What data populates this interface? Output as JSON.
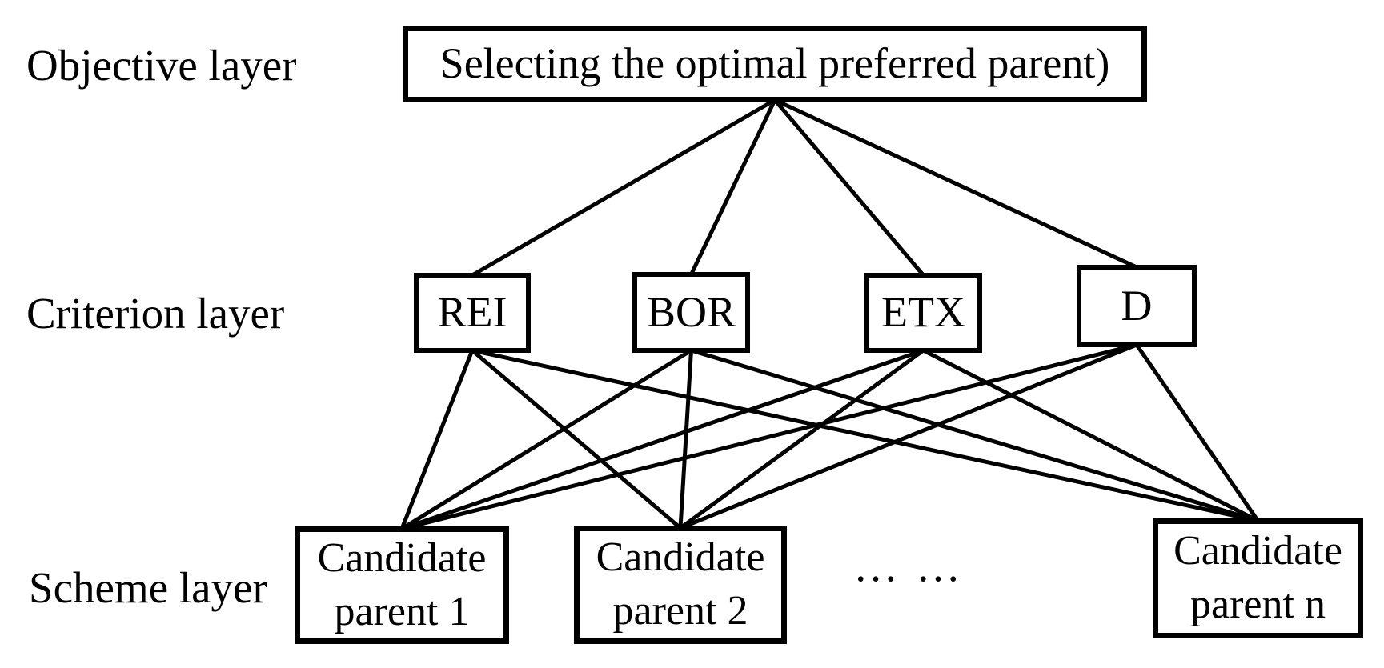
{
  "diagram": {
    "background_color": "#ffffff",
    "line_color": "#000000",
    "line_width": 5,
    "layers": [
      {
        "id": "objective",
        "label": "Objective layer"
      },
      {
        "id": "criterion",
        "label": "Criterion layer"
      },
      {
        "id": "scheme",
        "label": "Scheme layer"
      }
    ],
    "objective_node": {
      "id": "objective",
      "label": "Selecting the optimal preferred parent)"
    },
    "criterion_nodes": [
      {
        "id": "rei",
        "label": "REI"
      },
      {
        "id": "bor",
        "label": "BOR"
      },
      {
        "id": "etx",
        "label": "ETX"
      },
      {
        "id": "d",
        "label": "D"
      }
    ],
    "scheme_nodes": [
      {
        "id": "c1",
        "line1": "Candidate",
        "line2": "parent 1"
      },
      {
        "id": "c2",
        "line1": "Candidate",
        "line2": "parent 2"
      },
      {
        "id": "cn",
        "line1": "Candidate",
        "line2": "parent n"
      }
    ],
    "ellipsis": "… …",
    "edges": [
      [
        "objective",
        "rei"
      ],
      [
        "objective",
        "bor"
      ],
      [
        "objective",
        "etx"
      ],
      [
        "objective",
        "d"
      ],
      [
        "rei",
        "c1"
      ],
      [
        "rei",
        "c2"
      ],
      [
        "rei",
        "cn"
      ],
      [
        "bor",
        "c1"
      ],
      [
        "bor",
        "c2"
      ],
      [
        "bor",
        "cn"
      ],
      [
        "etx",
        "c1"
      ],
      [
        "etx",
        "c2"
      ],
      [
        "etx",
        "cn"
      ],
      [
        "d",
        "c1"
      ],
      [
        "d",
        "c2"
      ],
      [
        "d",
        "cn"
      ]
    ]
  }
}
